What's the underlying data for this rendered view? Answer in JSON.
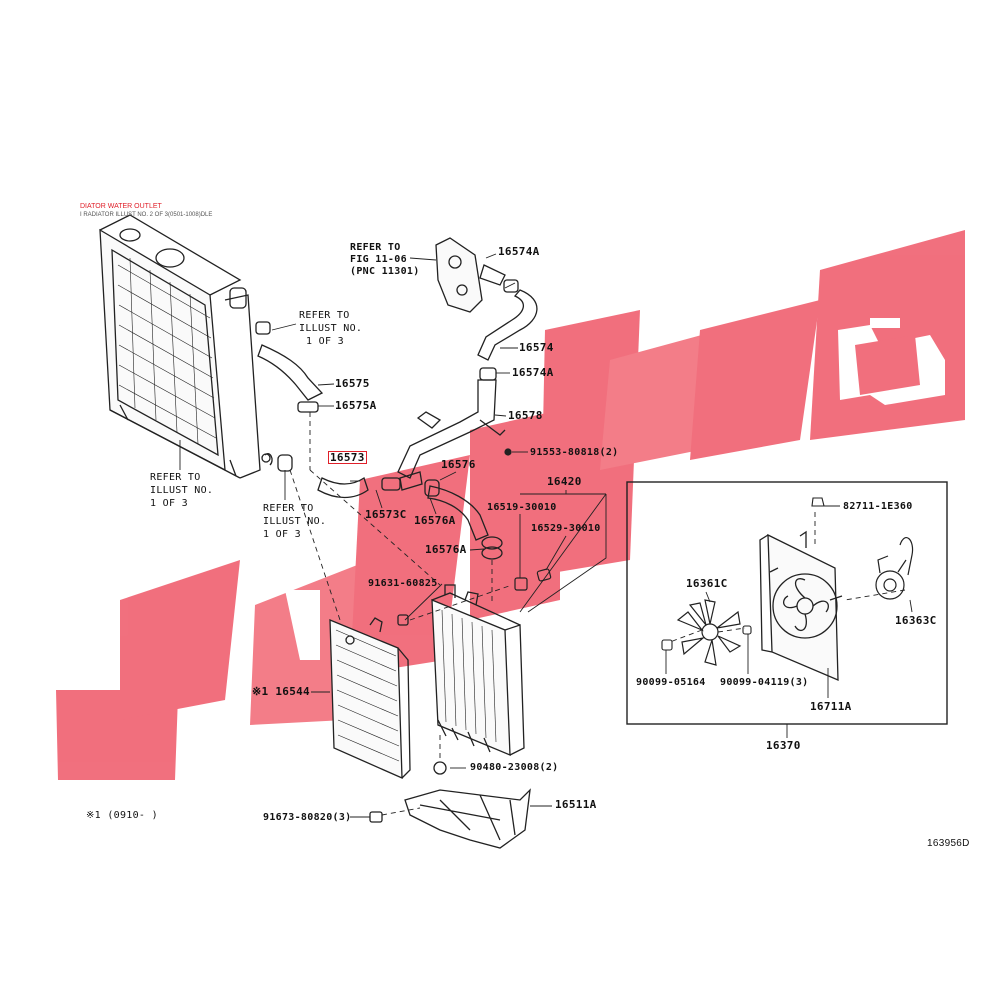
{
  "header": {
    "title": "DIATOR WATER OUTLET",
    "subtitle": "I RADIATOR ILLUST NO. 2 OF 3(0501-1008)DLE"
  },
  "refs": {
    "fig_1106": [
      "REFER TO",
      "FIG 11-06",
      "(PNC 11301)"
    ],
    "illust_top": [
      "REFER TO",
      "ILLUST NO.",
      "1 OF 3"
    ],
    "illust_left": [
      "REFER TO",
      "ILLUST NO.",
      "1 OF 3"
    ],
    "illust_mid": [
      "REFER TO",
      "ILLUST NO.",
      "1 OF 3"
    ]
  },
  "parts": {
    "p16574A": "16574A",
    "p16574": "16574",
    "p16574A_2": "16574A",
    "p16578": "16578",
    "p91553": "91553-80818(2)",
    "p16575": "16575",
    "p16575A": "16575A",
    "p16573": "16573",
    "p16573C": "16573C",
    "p16576": "16576",
    "p16576A": "16576A",
    "p16576A_2": "16576A",
    "p16420": "16420",
    "p16519": "16519-30010",
    "p16529": "16529-30010",
    "p91631": "91631-60825",
    "p16544": "※1 16544",
    "p90480": "90480-23008(2)",
    "p16511A": "16511A",
    "p91673": "91673-80820(3)",
    "p82711": "82711-1E360",
    "p16361C": "16361C",
    "p16363C": "16363C",
    "p90099a": "90099-05164",
    "p90099b": "90099-04119(3)",
    "p16711A": "16711A",
    "p16370": "16370"
  },
  "footnote": "※1 (0910-      )",
  "diagram_id": "163956D",
  "colors": {
    "watermark": "#f06070",
    "line": "#222222",
    "highlight": "#e0202a"
  }
}
